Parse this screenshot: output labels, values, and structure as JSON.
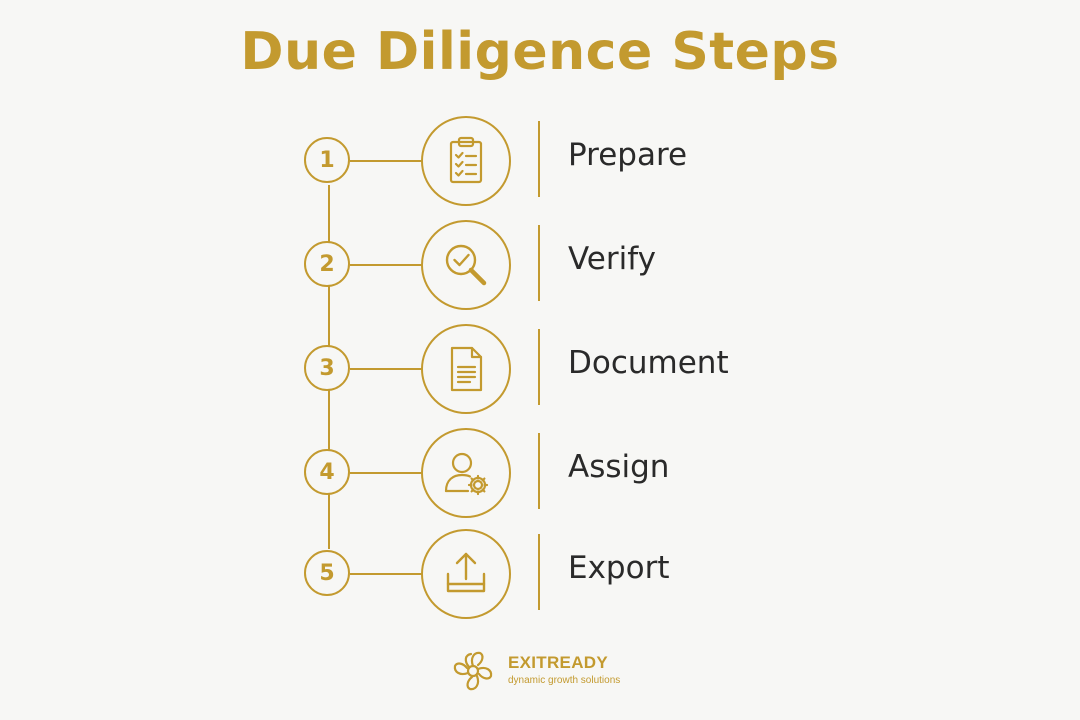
{
  "title": "Due Diligence Steps",
  "accent_color": "#c39a2f",
  "text_color": "#2a2a2a",
  "steps": [
    {
      "number": "1",
      "label": "Prepare",
      "icon": "clipboard-checklist-icon"
    },
    {
      "number": "2",
      "label": "Verify",
      "icon": "magnifier-check-icon"
    },
    {
      "number": "3",
      "label": "Document",
      "icon": "document-icon"
    },
    {
      "number": "4",
      "label": "Assign",
      "icon": "user-gear-icon"
    },
    {
      "number": "5",
      "label": "Export",
      "icon": "upload-tray-icon"
    }
  ],
  "brand": {
    "name": "EXITREADY",
    "tagline": "dynamic growth solutions"
  }
}
